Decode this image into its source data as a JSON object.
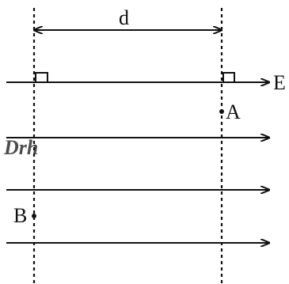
{
  "diagram": {
    "distance_label": "d",
    "field_label": "E",
    "point_a_label": "A",
    "point_b_label": "B",
    "field_line_count": 4,
    "equipotential_line_count": 2
  },
  "watermark": {
    "text": "Drh",
    "color": "#a6d9a6"
  }
}
